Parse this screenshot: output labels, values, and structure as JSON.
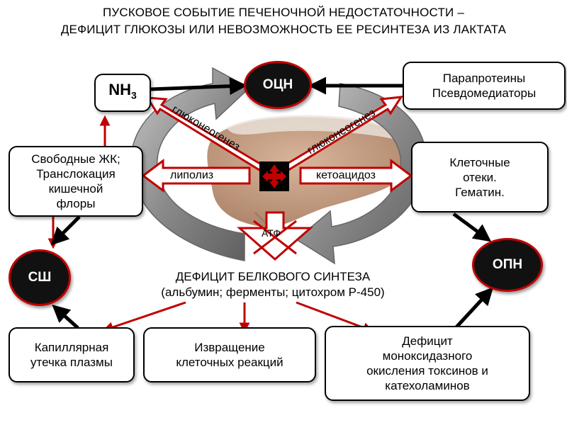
{
  "title": {
    "line1": "ПУСКОВОЕ СОБЫТИЕ ПЕЧЕНОЧНОЙ НЕДОСТАТОЧНОСТИ –",
    "line2": "ДЕФИЦИТ ГЛЮКОЗЫ ИЛИ НЕВОЗМОЖНОСТЬ ЕЕ РЕСИНТЕЗА ИЗ ЛАКТАТА"
  },
  "nodes": {
    "nh3": {
      "base": "NH",
      "sub": "3"
    },
    "ocn": "ОЦН",
    "paraproteins": "Парапротеины\nПсевдомедиаторы",
    "free_fa": "Свободные ЖК;\nТранслокация\nкишечной\nфлоры",
    "cell_edema": "Клеточные\nотеки.\nГематин.",
    "ssh": "СШ",
    "opn": "ОПН",
    "capillary": "Капиллярная\nутечка плазмы",
    "perversion": "Извращение\nклеточных реакций",
    "deficit_mao": "Дефицит\nмоноксидазного\nокисления токсинов и\nкатехоламинов"
  },
  "arrow_labels": {
    "gluconeogenesis_left": "глюконеогенез",
    "gluconeogenesis_right": "глюконеогенез",
    "lipolysis": "липолиз",
    "ketoacidosis": "кетоацидоз",
    "atf": "АТФ"
  },
  "center": {
    "line1": "ДЕФИЦИТ БЕЛКОВОГО СИНТЕЗА",
    "line2": "(альбумин; ферменты; цитохром Р-450)"
  },
  "colors": {
    "accent_red": "#c00000",
    "circle_fill": "#111111",
    "cycle_arrow_gray": "#8c8c8c",
    "liver": "#b58a6a"
  }
}
